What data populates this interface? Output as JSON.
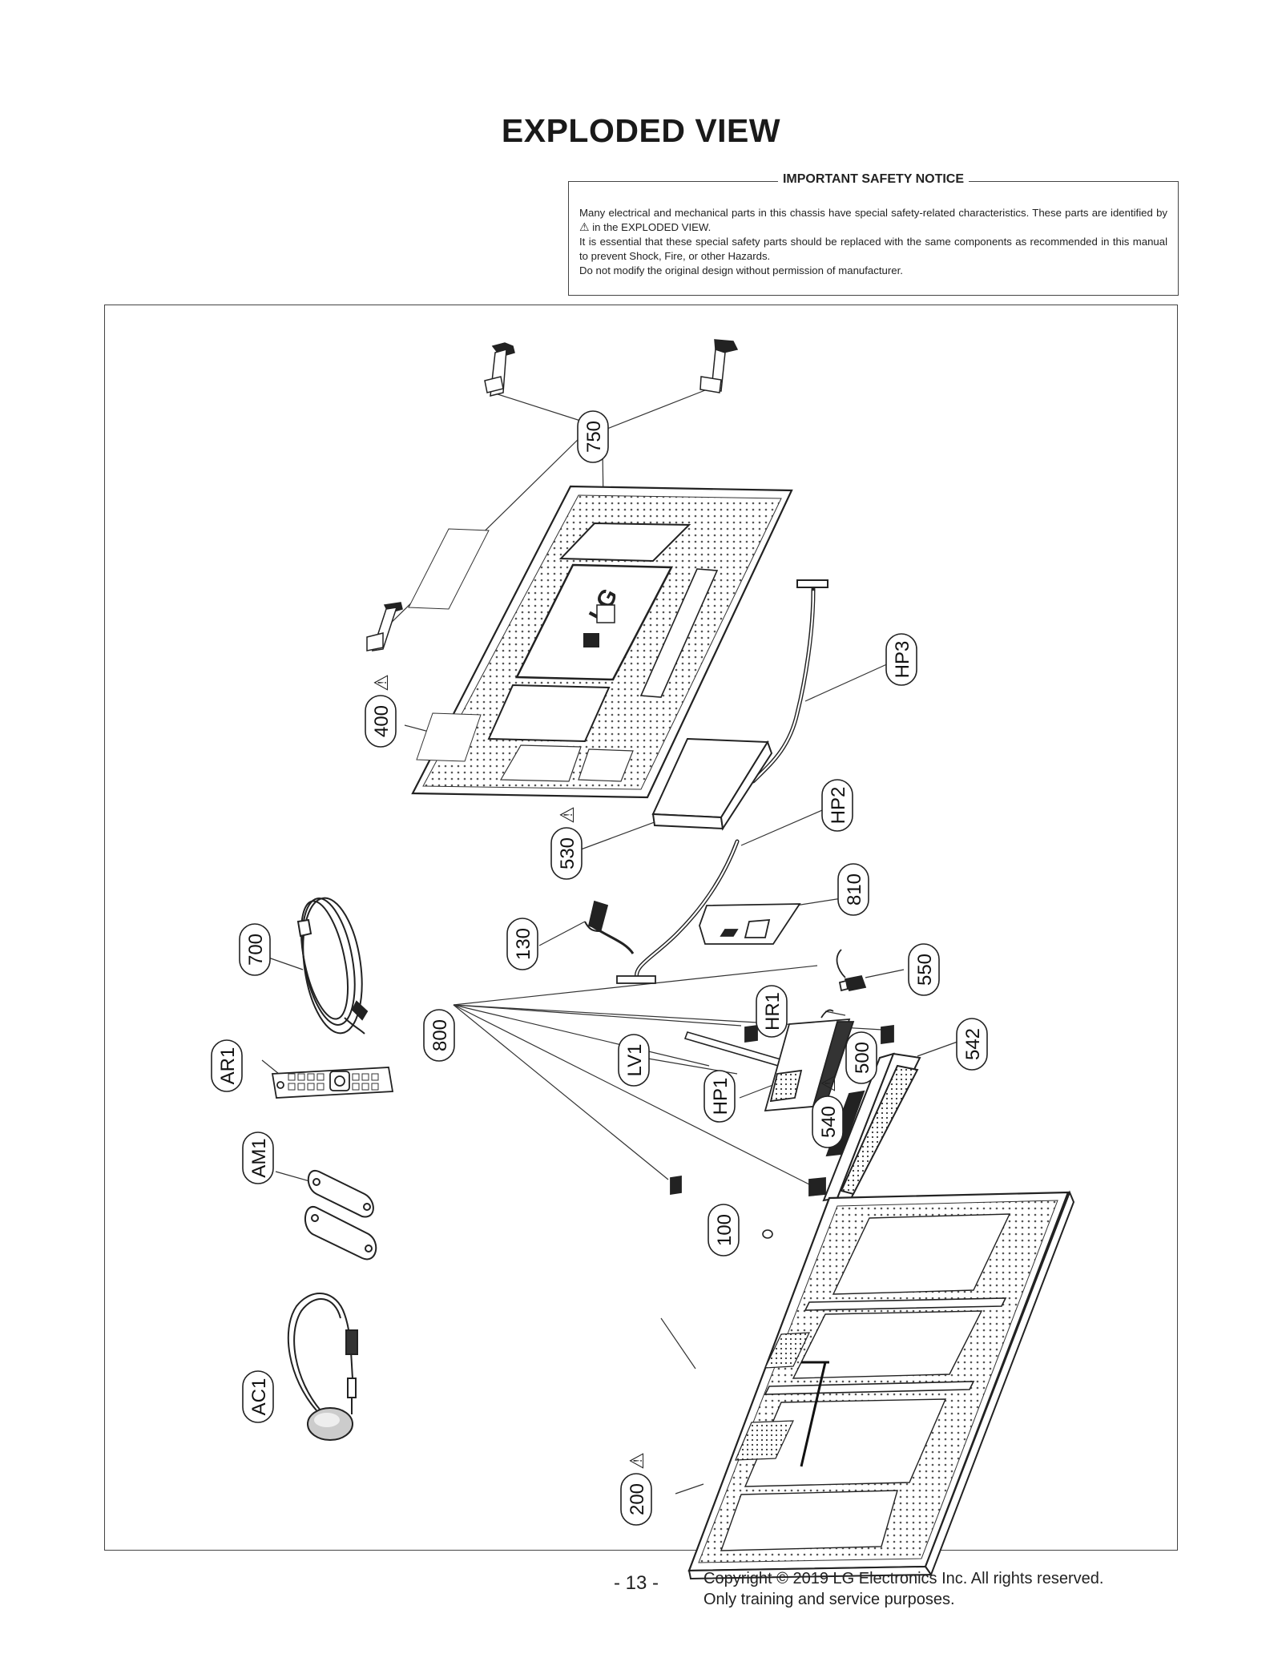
{
  "title": "EXPLODED VIEW",
  "notice": {
    "heading": "IMPORTANT SAFETY NOTICE",
    "line1a": "Many electrical and mechanical parts in this chassis have special safety-related characteristics. These parts are identified by",
    "line1b": "in the EXPLODED VIEW.",
    "line2": "It is essential that these special safety parts should be replaced with the same components as recommended in this manual to prevent Shock, Fire, or other Hazards.",
    "line3": "Do not modify the original design without permission of manufacturer."
  },
  "callouts": [
    {
      "id": "750",
      "safety": false
    },
    {
      "id": "400",
      "safety": true
    },
    {
      "id": "HP3",
      "safety": false
    },
    {
      "id": "HP2",
      "safety": false
    },
    {
      "id": "530",
      "safety": true
    },
    {
      "id": "810",
      "safety": false
    },
    {
      "id": "130",
      "safety": false
    },
    {
      "id": "700",
      "safety": false
    },
    {
      "id": "550",
      "safety": false
    },
    {
      "id": "800",
      "safety": false
    },
    {
      "id": "HR1",
      "safety": false
    },
    {
      "id": "LV1",
      "safety": false
    },
    {
      "id": "500",
      "safety": false
    },
    {
      "id": "542",
      "safety": false
    },
    {
      "id": "AR1",
      "safety": false
    },
    {
      "id": "HP1",
      "safety": false
    },
    {
      "id": "540",
      "safety": true
    },
    {
      "id": "AM1",
      "safety": false
    },
    {
      "id": "100",
      "safety": false
    },
    {
      "id": "AC1",
      "safety": false
    },
    {
      "id": "200",
      "safety": true
    }
  ],
  "logo_text": "LG",
  "footer": {
    "page_number": "- 13 -",
    "copyright_line1": "Copyright © 2019 LG Electronics Inc. All rights reserved.",
    "copyright_line2": "Only training and service purposes."
  }
}
